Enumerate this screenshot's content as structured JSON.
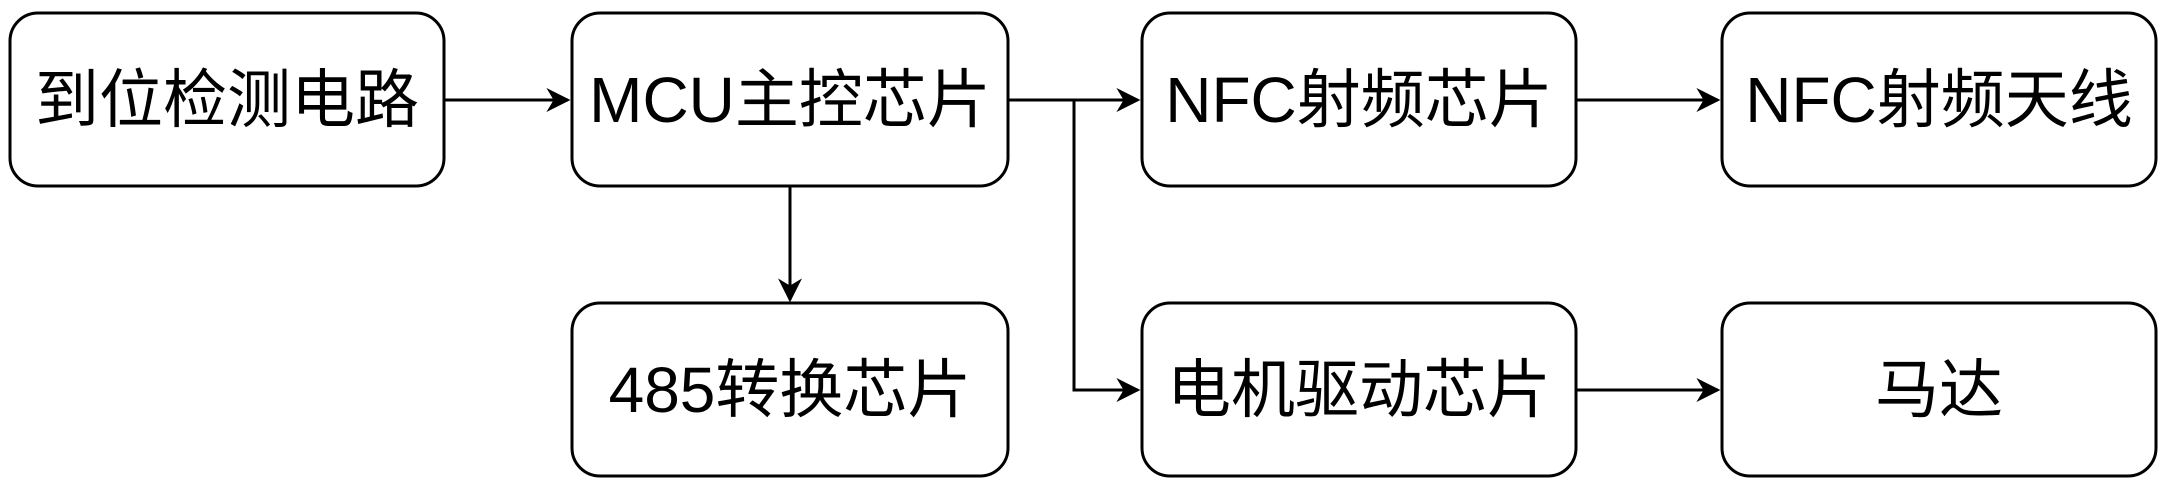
{
  "nodes": {
    "detect": {
      "label": "到位检测电路"
    },
    "mcu": {
      "label": "MCU主控芯片"
    },
    "nfc_chip": {
      "label": "NFC射频芯片"
    },
    "nfc_antenna": {
      "label": "NFC射频天线"
    },
    "rs485": {
      "label": "485转换芯片"
    },
    "motor_driver": {
      "label": "电机驱动芯片"
    },
    "motor": {
      "label": "马达"
    }
  },
  "colors": {
    "stroke": "#000000",
    "fill": "#ffffff",
    "text": "#000000"
  }
}
